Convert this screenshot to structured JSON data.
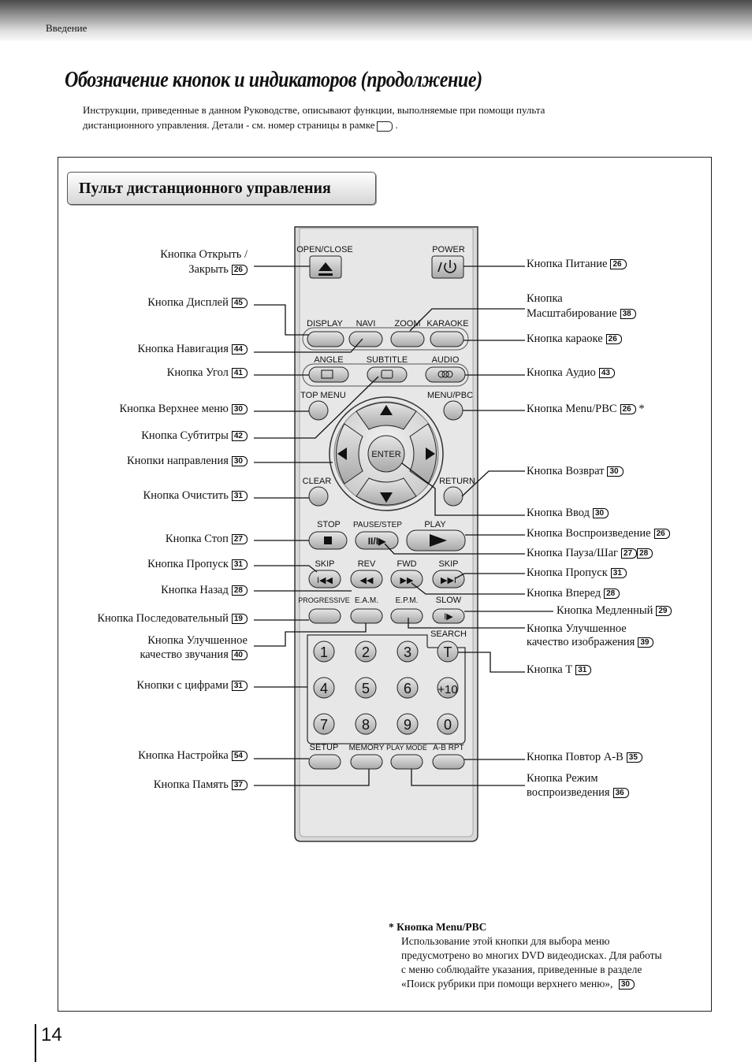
{
  "header": {
    "section": "Введение"
  },
  "title": "Обозначение кнопок и индикаторов (продолжение)",
  "intro": {
    "line1": "Инструкции, приведенные в данном Руководстве, описывают функции, выполняемые при помощи пульта",
    "line2": "дистанционного управления. Детали - см. номер страницы в рамке",
    "line2_end": "."
  },
  "remote_title": "Пульт дистанционного управления",
  "remote": {
    "open_close": "OPEN/CLOSE",
    "power": "POWER",
    "display": "DISPLAY",
    "navi": "NAVI",
    "zoom": "ZOOM",
    "karaoke": "KARAOKE",
    "angle": "ANGLE",
    "subtitle": "SUBTITLE",
    "audio": "AUDIO",
    "top_menu": "TOP MENU",
    "menu_pbc": "MENU/PBC",
    "enter": "ENTER",
    "clear": "CLEAR",
    "return": "RETURN",
    "stop": "STOP",
    "pause_step": "PAUSE/STEP",
    "play": "PLAY",
    "skip_l": "SKIP",
    "rev": "REV",
    "fwd": "FWD",
    "skip_r": "SKIP",
    "progressive": "PROGRESSIVE",
    "eam": "E.A.M.",
    "epm": "E.P.M.",
    "slow": "SLOW",
    "search": "SEARCH",
    "digits": [
      "1",
      "2",
      "3",
      "T",
      "4",
      "5",
      "6",
      "+10",
      "7",
      "8",
      "9",
      "0"
    ],
    "setup": "SETUP",
    "memory": "MEMORY",
    "play_mode": "PLAY MODE",
    "ab_rpt": "A-B RPT"
  },
  "labels_left": [
    {
      "text": "Кнопка Открыть /",
      "page": ""
    },
    {
      "text": "Закрыть",
      "page": "26"
    },
    {
      "text": "Кнопка Дисплей",
      "page": "45"
    },
    {
      "text": "Кнопка Навигация",
      "page": "44"
    },
    {
      "text": "Кнопка Угол",
      "page": "41"
    },
    {
      "text": "Кнопка Верхнее меню",
      "page": "30"
    },
    {
      "text": "Кнопка Субтитры",
      "page": "42"
    },
    {
      "text": "Кнопки направления",
      "page": "30"
    },
    {
      "text": "Кнопка Очистить",
      "page": "31"
    },
    {
      "text": "Кнопка Стоп",
      "page": "27"
    },
    {
      "text": "Кнопка Пропуск",
      "page": "31"
    },
    {
      "text": "Кнопка Назад",
      "page": "28"
    },
    {
      "text": "Кнопка Последовательный",
      "page": "19"
    },
    {
      "text": "Кнопка Улучшенное",
      "page": ""
    },
    {
      "text": "качество звучания",
      "page": "40"
    },
    {
      "text": "Кнопки с цифрами",
      "page": "31"
    },
    {
      "text": "Кнопка Настройка",
      "page": "54"
    },
    {
      "text": "Кнопка Память",
      "page": "37"
    }
  ],
  "labels_right": [
    {
      "text": "Кнопка Питание",
      "page": "26"
    },
    {
      "text": "Кнопка",
      "page": ""
    },
    {
      "text": "Масштабирование",
      "page": "38"
    },
    {
      "text": "Кнопка караоке",
      "page": "26"
    },
    {
      "text": "Кнопка Аудио",
      "page": "43"
    },
    {
      "text": "Кнопка Menu/PBC",
      "page": "26",
      "suffix": " *"
    },
    {
      "text": "Кнопка Возврат",
      "page": "30"
    },
    {
      "text": "Кнопка Ввод",
      "page": "30"
    },
    {
      "text": "Кнопка Воспроизведение",
      "page": "26"
    },
    {
      "text": "Кнопка Пауза/Шаг",
      "page": "27",
      "page2": "28"
    },
    {
      "text": "Кнопка Пропуск",
      "page": "31"
    },
    {
      "text": "Кнопка Вперед",
      "page": "28"
    },
    {
      "text": "Кнопка Медленный",
      "page": "29"
    },
    {
      "text": "Кнопка Улучшенное",
      "page": ""
    },
    {
      "text": "качество изображения",
      "page": "39"
    },
    {
      "text": "Кнопка T",
      "page": "31"
    },
    {
      "text": "Кнопка Повтор A-B",
      "page": "35"
    },
    {
      "text": "Кнопка Режим",
      "page": ""
    },
    {
      "text": "воспроизведения",
      "page": "36"
    }
  ],
  "note": {
    "head": "* Кнопка Menu/PBC",
    "lines": [
      "Использование этой кнопки для выбора меню",
      "предусмотрено во многих DVD видеодисках. Для работы",
      "с меню соблюдайте указания, приведенные в разделе",
      "«Поиск рубрики при помощи верхнего меню»,"
    ],
    "page": "30"
  },
  "page_number": "14"
}
